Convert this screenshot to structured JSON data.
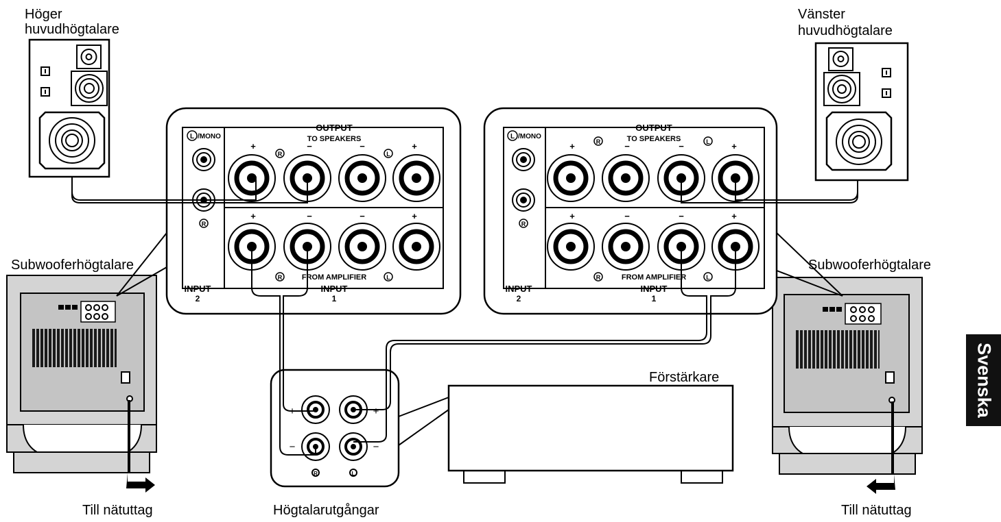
{
  "labels": {
    "right_main_speaker": [
      "Höger",
      "huvudhögtalare"
    ],
    "left_main_speaker": [
      "Vänster",
      "huvudhögtalare"
    ],
    "subwoofer_left": "Subwooferhögtalare",
    "subwoofer_right": "Subwooferhögtalare",
    "outlet_left": "Till nätuttag",
    "outlet_right": "Till nätuttag",
    "amplifier": "Förstärkare",
    "speaker_outputs": "Högtalarutgångar",
    "language_tab": "Svenska"
  },
  "panel": {
    "output": "OUTPUT",
    "to_speakers": "TO SPEAKERS",
    "from_amplifier": "FROM AMPLIFIER",
    "input1": "INPUT",
    "input1_num": "1",
    "input2": "INPUT",
    "input2_num": "2",
    "mono": "/MONO",
    "l_mark": "L",
    "r_mark": "R",
    "plus": "+",
    "minus": "−"
  },
  "colors": {
    "line": "#000000",
    "subwoofer_fill": "#d4d4d4",
    "subwoofer_inner": "#c4c4c4",
    "tab_bg": "#111111",
    "tab_text": "#ffffff"
  }
}
